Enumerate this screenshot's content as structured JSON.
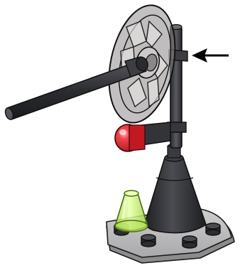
{
  "illustration": {
    "subject": "lego-brick-assembly",
    "parts": {
      "base-plate": {
        "color": "#b4b4b6"
      },
      "cone": {
        "color": "#2e2f32"
      },
      "upright-bar": {
        "color": "#3d3e42"
      },
      "dish": {
        "color": "#8a8787",
        "opacity": 0.55
      },
      "horizontal-bar": {
        "color": "#2b2c30"
      },
      "red-light": {
        "color": "#e0222b"
      },
      "trans-green-cone": {
        "color": "#c6f36a",
        "opacity": 0.75
      }
    },
    "callout": {
      "icon": "arrow-left-icon",
      "color": "#000000"
    }
  }
}
